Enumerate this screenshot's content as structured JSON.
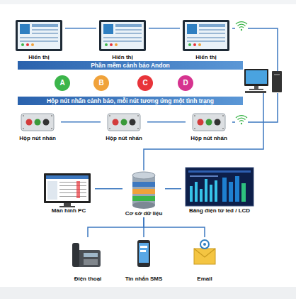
{
  "diagram": {
    "nodes": [
      {
        "text": [
          "Hiển thị"
        ]
      },
      {
        "text": [
          "Hiển thị"
        ]
      },
      {
        "text": [
          "Hiển thị"
        ]
      },
      {
        "text": [
          "Phần mềm cảnh báo Andon"
        ]
      },
      {
        "text": [
          "A"
        ]
      },
      {
        "text": [
          "B"
        ]
      },
      {
        "text": [
          "C"
        ]
      },
      {
        "text": [
          "D"
        ]
      },
      {
        "text": [
          "Hộp nút nhấn cảnh báo, mỗi nút tương ứng một tình trạng"
        ]
      },
      {
        "text": [
          "Hộp nút nhấn"
        ]
      },
      {
        "text": [
          "Hộp nút nhấn"
        ]
      },
      {
        "text": [
          "Hộp nút nhấn"
        ]
      },
      {
        "text": [
          "Màn hình PC"
        ]
      },
      {
        "text": [
          "Cơ sở dữ liệu"
        ]
      },
      {
        "text": [
          "Bảng điện tử led / LCD"
        ]
      },
      {
        "text": [
          "Điện thoại"
        ]
      },
      {
        "text": [
          "Tin nhắn SMS"
        ]
      },
      {
        "text": [
          "Email"
        ]
      }
    ],
    "edges": [
      {
        "from": 0,
        "to": 1,
        "arrow": "none"
      },
      {
        "from": 1,
        "to": 2,
        "arrow": "none"
      },
      {
        "from": 9,
        "to": 10,
        "arrow": "none"
      },
      {
        "from": 10,
        "to": 11,
        "arrow": "none"
      },
      {
        "from": 13,
        "to": 12,
        "arrow": "none"
      },
      {
        "from": 13,
        "to": 14,
        "arrow": "none"
      },
      {
        "from": 13,
        "to": 15,
        "arrow": "none"
      },
      {
        "from": 13,
        "to": 16,
        "arrow": "none"
      },
      {
        "from": 13,
        "to": 17,
        "arrow": "none"
      }
    ]
  }
}
